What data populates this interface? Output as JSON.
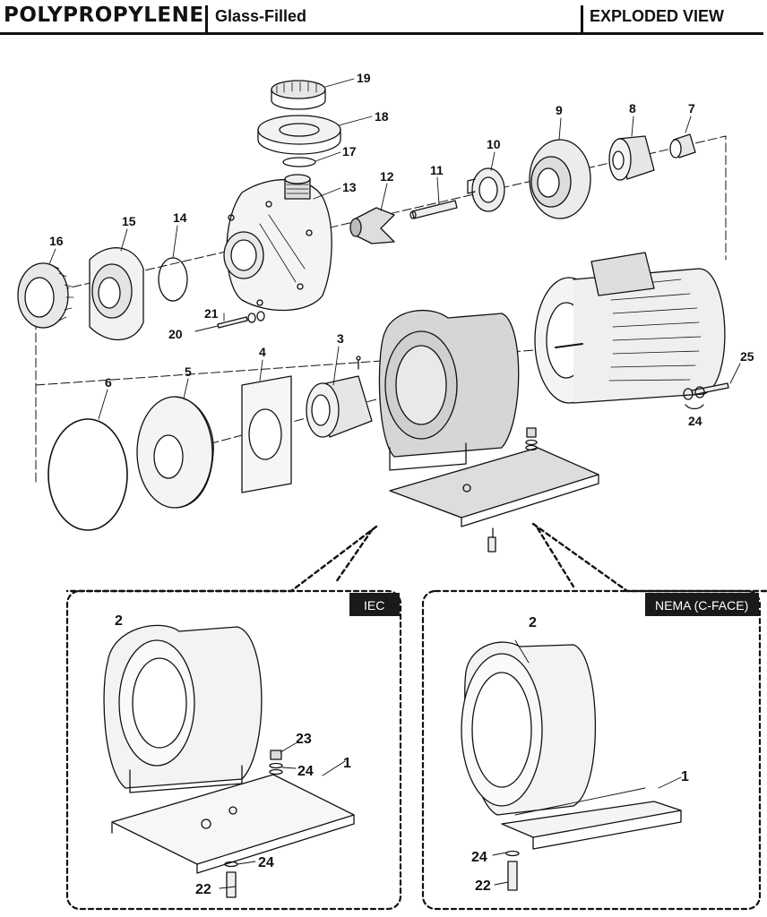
{
  "header": {
    "title": "POLYPROPYLENE",
    "subtitle": "Glass-Filled",
    "view": "EXPLODED VIEW"
  },
  "diagram": {
    "parts": [
      "19",
      "18",
      "17",
      "13",
      "12",
      "11",
      "10",
      "9",
      "8",
      "7",
      "16",
      "15",
      "14",
      "21",
      "20",
      "6",
      "5",
      "4",
      "3",
      "25",
      "24"
    ],
    "iec_tab": "IEC",
    "nema_tab": "NEMA (C-FACE)",
    "iec_labels": [
      "2",
      "23",
      "24",
      "1",
      "24",
      "22"
    ],
    "nema_labels": [
      "2",
      "1",
      "24",
      "22"
    ]
  },
  "colors": {
    "ink": "#111111",
    "fill_light": "#f2f2f2",
    "fill_mid": "#cfcfcf",
    "fill_dark": "#9a9a9a"
  }
}
